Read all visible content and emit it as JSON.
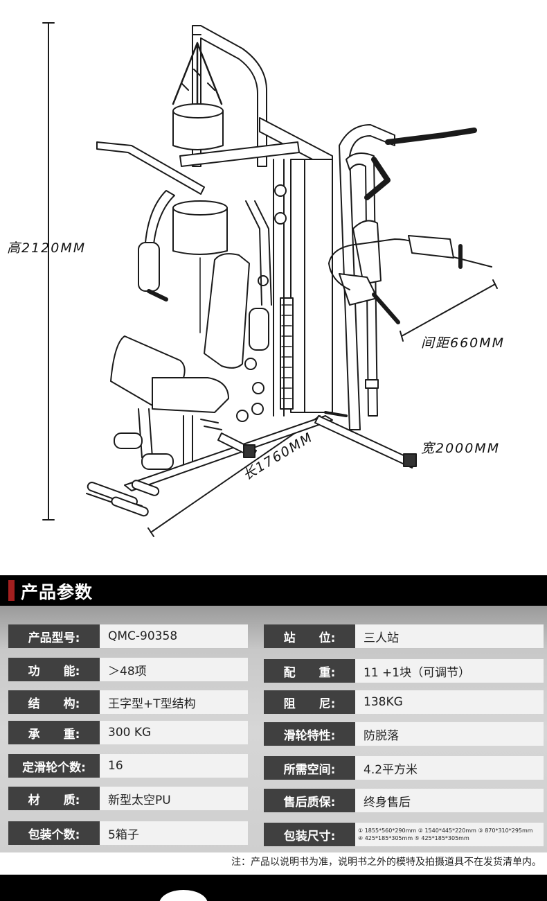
{
  "dimensions": {
    "height": "高2120MM",
    "spacing": "间距660MM",
    "width": "宽2000MM",
    "length": "长1760MM"
  },
  "section": {
    "title": "产品参数"
  },
  "specs_left": [
    {
      "label": "产品型号:",
      "value": "QMC-90358"
    },
    {
      "label": "功　　能:",
      "value": "＞48项"
    },
    {
      "label": "结　　构:",
      "value": "王字型+T型结构"
    },
    {
      "label": "承　　重:",
      "value": "300 KG"
    },
    {
      "label": "定滑轮个数:",
      "value": "16"
    },
    {
      "label": "材　　质:",
      "value": "新型太空PU"
    },
    {
      "label": "包装个数:",
      "value": "5箱子"
    }
  ],
  "specs_right": [
    {
      "label": "站　　位:",
      "value": "三人站"
    },
    {
      "label": "配　　重:",
      "value": "11 +1块（可调节）"
    },
    {
      "label": "阻　　尼:",
      "value": "138KG"
    },
    {
      "label": "滑轮特性:",
      "value": "防脱落"
    },
    {
      "label": "所需空间:",
      "value": "4.2平方米"
    },
    {
      "label": "售后质保:",
      "value": "终身售后"
    }
  ],
  "pack_size": {
    "label": "包装尺寸:",
    "line1": "① 1855*560*290mm ② 1540*445*220mm ③ 870*310*295mm",
    "line2": "④ 425*185*305mm ⑤ 425*185*305mm"
  },
  "note": "注：产品以说明书为准，说明书之外的模特及拍摄道具不在发货清单内。",
  "colors": {
    "header_bg": "#000000",
    "accent_bar": "#a31f1f",
    "label_bg": "#404040",
    "value_bg": "#f2f2f2"
  }
}
